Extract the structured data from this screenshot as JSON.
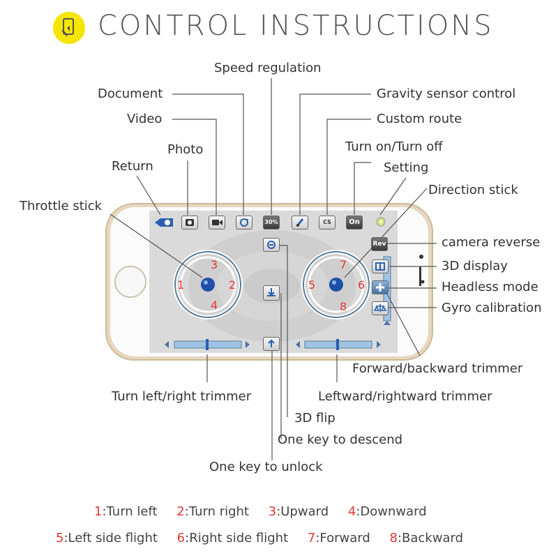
{
  "header": {
    "title": "CONTROL INSTRUCTIONS"
  },
  "labels": {
    "speed_regulation": "Speed regulation",
    "document": "Document",
    "gravity_sensor": "Gravity sensor control",
    "video": "Video",
    "custom_route": "Custom route",
    "photo": "Photo",
    "turn_on_off": "Turn on/Turn off",
    "return": "Return",
    "setting": "Setting",
    "direction_stick": "Direction stick",
    "throttle_stick": "Throttle stick",
    "camera_reverse": "camera reverse",
    "display_3d": "3D display",
    "headless_mode": "Headless mode",
    "gyro_calibration": "Gyro calibration",
    "forward_backward_trimmer": "Forward/backward trimmer",
    "turn_trimmer": "Turn left/right trimmer",
    "lr_trimmer": "Leftward/rightward trimmer",
    "flip_3d": "3D flip",
    "descend": "One key to descend",
    "unlock": "One key to unlock"
  },
  "app": {
    "speed_value": "30%",
    "on_label": "On",
    "rev_label": "Rev",
    "cs_label": "CS",
    "stick_numbers": [
      "1",
      "2",
      "3",
      "4",
      "5",
      "6",
      "7",
      "8"
    ]
  },
  "legend": {
    "row1": [
      {
        "num": "1",
        "text": ":Turn left"
      },
      {
        "num": "2",
        "text": ":Turn right"
      },
      {
        "num": "3",
        "text": ":Upward"
      },
      {
        "num": "4",
        "text": ":Downward"
      }
    ],
    "row2": [
      {
        "num": "5",
        "text": ":Left side flight"
      },
      {
        "num": "6",
        "text": ":Right side flight"
      },
      {
        "num": "7",
        "text": ":Forward"
      },
      {
        "num": "8",
        "text": ":Backward"
      }
    ]
  },
  "colors": {
    "accent_yellow": "#f4e600",
    "number_red": "#e53935",
    "ui_blue": "#2a5fb0"
  }
}
